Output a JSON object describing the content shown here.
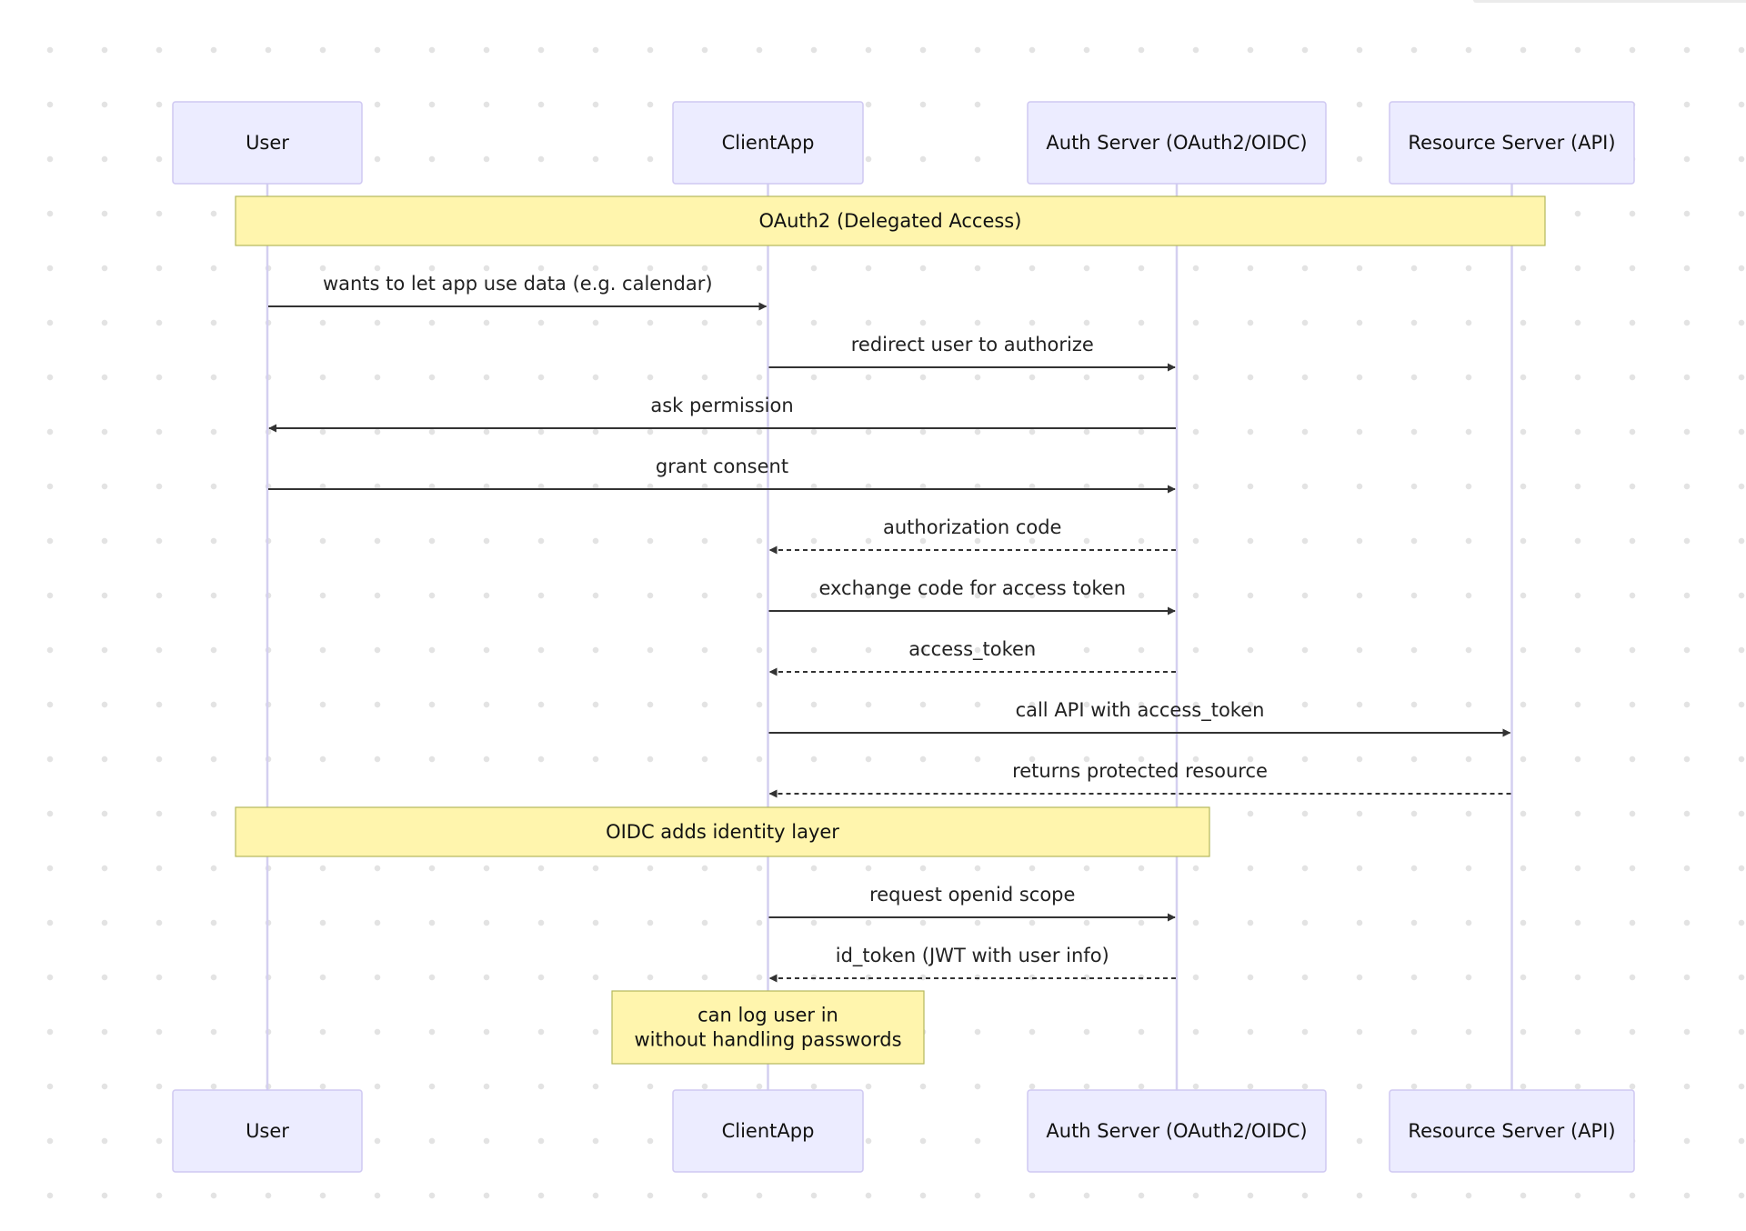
{
  "diagram": {
    "type": "sequence",
    "participants": [
      {
        "id": "user",
        "label": "User"
      },
      {
        "id": "client",
        "label": "ClientApp"
      },
      {
        "id": "auth",
        "label": "Auth Server (OAuth2/OIDC)"
      },
      {
        "id": "resource",
        "label": "Resource Server (API)"
      }
    ],
    "notes": [
      {
        "id": "oauth2-note",
        "lines": [
          "OAuth2 (Delegated Access)"
        ],
        "over": [
          "user",
          "resource"
        ]
      },
      {
        "id": "oidc-note",
        "lines": [
          "OIDC adds identity layer"
        ],
        "over": [
          "user",
          "auth"
        ]
      },
      {
        "id": "login-note",
        "lines": [
          "can log user in",
          "without handling passwords"
        ],
        "over": [
          "client"
        ]
      }
    ],
    "messages": [
      {
        "from": "user",
        "to": "client",
        "label": "wants to let app use data (e.g. calendar)",
        "style": "solid"
      },
      {
        "from": "client",
        "to": "auth",
        "label": "redirect user to authorize",
        "style": "solid"
      },
      {
        "from": "auth",
        "to": "user",
        "label": "ask permission",
        "style": "solid"
      },
      {
        "from": "user",
        "to": "auth",
        "label": "grant consent",
        "style": "solid"
      },
      {
        "from": "auth",
        "to": "client",
        "label": "authorization code",
        "style": "dashed"
      },
      {
        "from": "client",
        "to": "auth",
        "label": "exchange code for access token",
        "style": "solid"
      },
      {
        "from": "auth",
        "to": "client",
        "label": "access_token",
        "style": "dashed"
      },
      {
        "from": "client",
        "to": "resource",
        "label": "call API with access_token",
        "style": "solid"
      },
      {
        "from": "resource",
        "to": "client",
        "label": "returns protected resource",
        "style": "dashed"
      },
      {
        "from": "client",
        "to": "auth",
        "label": "request openid scope",
        "style": "solid"
      },
      {
        "from": "auth",
        "to": "client",
        "label": "id_token (JWT with user info)",
        "style": "dashed"
      }
    ]
  }
}
